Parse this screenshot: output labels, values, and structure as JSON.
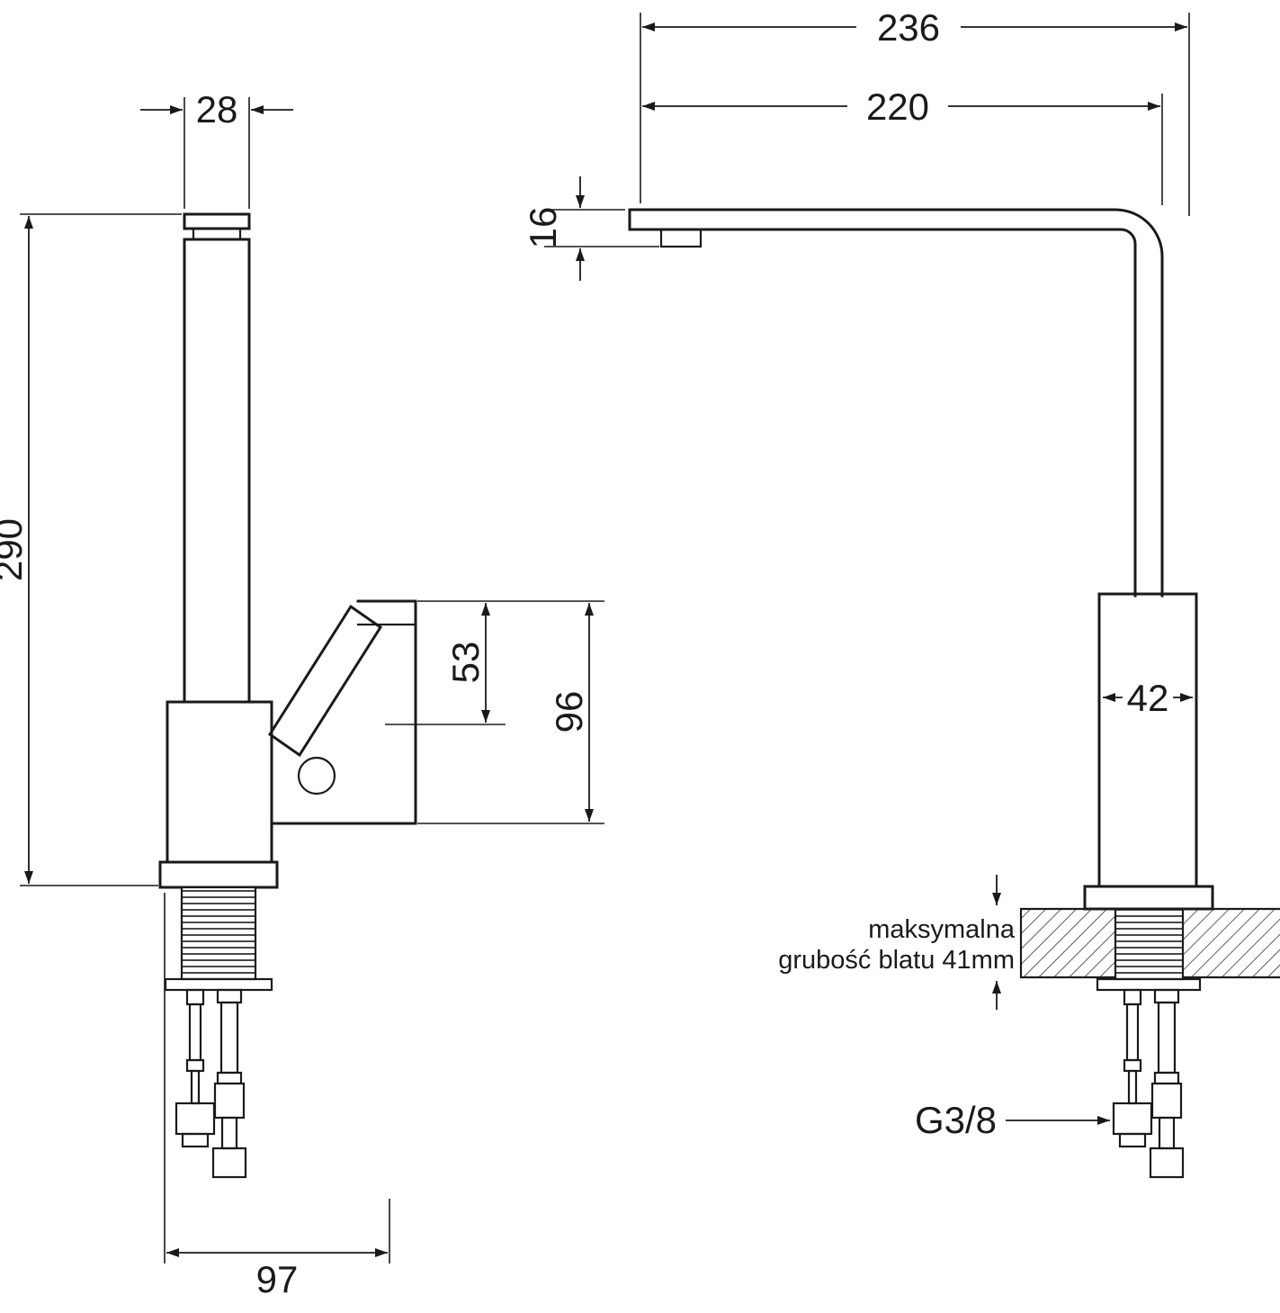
{
  "dimensions": {
    "left": {
      "spout_width": "28",
      "total_height": "290",
      "lever_height": "53",
      "body_height": "96",
      "base_depth": "97"
    },
    "right": {
      "total_reach": "236",
      "spout_reach": "220",
      "spout_height": "16",
      "body_width": "42"
    }
  },
  "labels": {
    "thread": "G3/8",
    "note_line1": "maksymalna",
    "note_line2": "grubość blatu 41mm"
  },
  "colors": {
    "line": "#1a1a1a",
    "background": "#ffffff"
  }
}
